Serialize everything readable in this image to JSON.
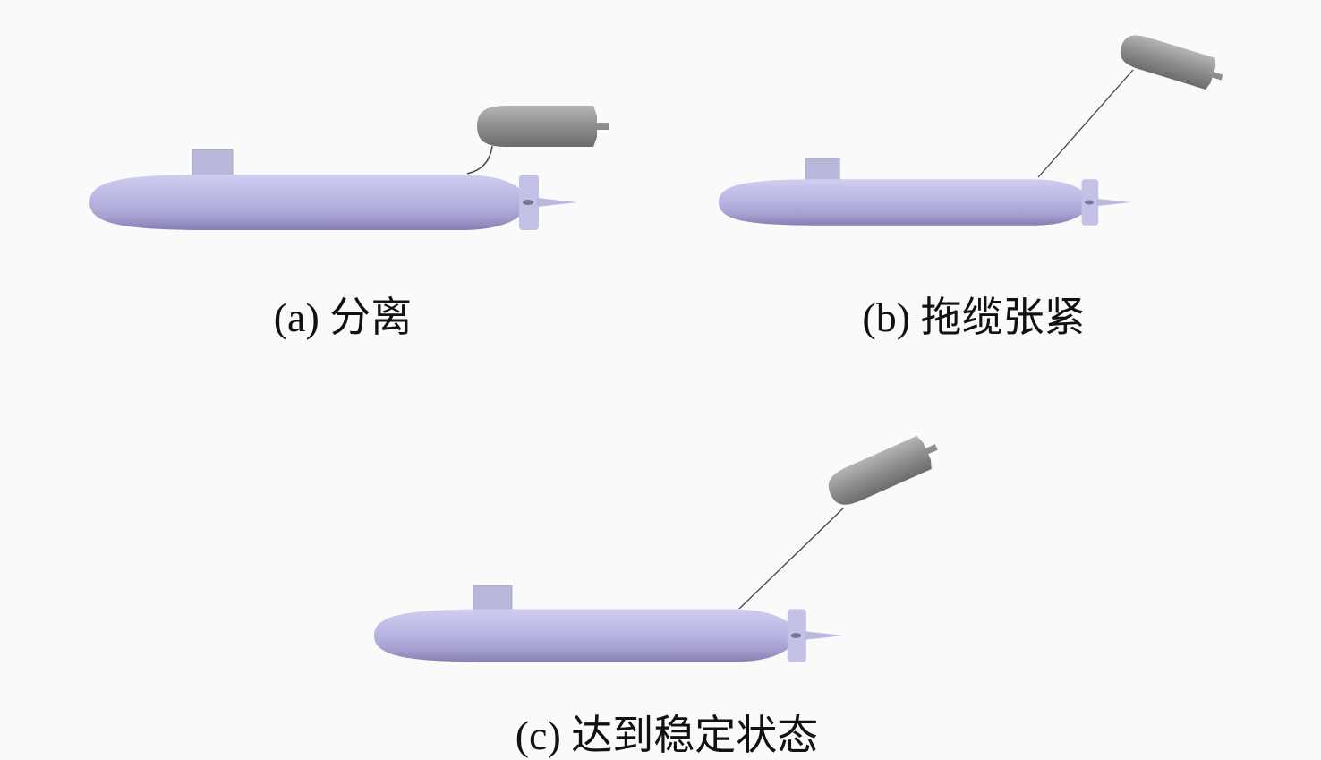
{
  "panels": [
    {
      "caption": "(a) 分离"
    },
    {
      "caption": "(b) 拖缆张紧"
    },
    {
      "caption": "(c) 达到稳定状态"
    }
  ],
  "colors": {
    "hull": "#b8b4e0",
    "pod": "#8f8f8f",
    "tether": "#444444"
  }
}
